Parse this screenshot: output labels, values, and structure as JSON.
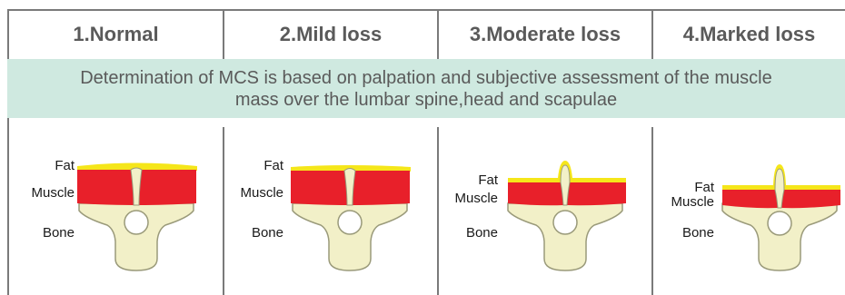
{
  "columns": [
    {
      "title": "1.Normal",
      "fat": "Fat",
      "muscle": "Muscle",
      "bone": "Bone"
    },
    {
      "title": "2.Mild loss",
      "fat": "Fat",
      "muscle": "Muscle",
      "bone": "Bone"
    },
    {
      "title": "3.Moderate loss",
      "fat": "Fat",
      "muscle": "Muscle",
      "bone": "Bone"
    },
    {
      "title": "4.Marked loss",
      "fat": "Fat",
      "muscle": "Muscle",
      "bone": "Bone"
    }
  ],
  "banner": {
    "line1": "Determination of MCS is based on palpation and subjective assessment of the muscle",
    "line2": "mass over the lumbar spine,head and scapulae"
  },
  "colors": {
    "fat": "#f5e61a",
    "muscle": "#e8202a",
    "bone": "#f2f0c8",
    "bone_stroke": "#9a9a7a",
    "banner_bg": "#cfe9e0",
    "grid": "#7a7a7a"
  }
}
